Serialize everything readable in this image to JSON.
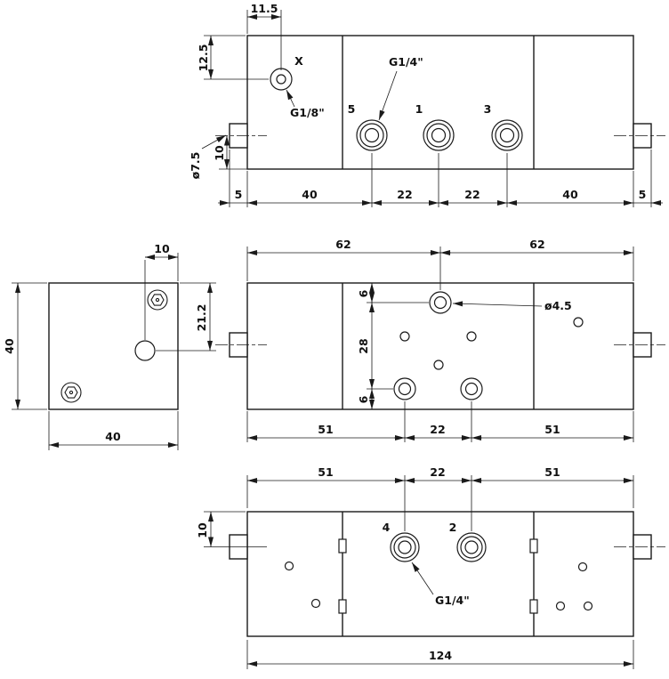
{
  "front": {
    "x": "X",
    "g18": "G1/8\"",
    "g14": "G1/4\"",
    "p5": "5",
    "p1": "1",
    "p3": "3",
    "d115": "11.5",
    "d125": "12.5",
    "d10": "10",
    "d75": "ø7.5",
    "chain": [
      "5",
      "40",
      "22",
      "22",
      "40",
      "5"
    ]
  },
  "side": {
    "d10": "10",
    "d40l": "40",
    "d212": "21.2",
    "d40b": "40"
  },
  "top": {
    "d45": "ø4.5",
    "top_chain": [
      "62",
      "62"
    ],
    "v_chain": [
      "6",
      "28",
      "6"
    ],
    "bot_chain": [
      "51",
      "22",
      "51"
    ]
  },
  "bottom": {
    "p4": "4",
    "p2": "2",
    "g14": "G1/4\"",
    "top_chain": [
      "51",
      "22",
      "51"
    ],
    "d10": "10",
    "d124": "124"
  }
}
